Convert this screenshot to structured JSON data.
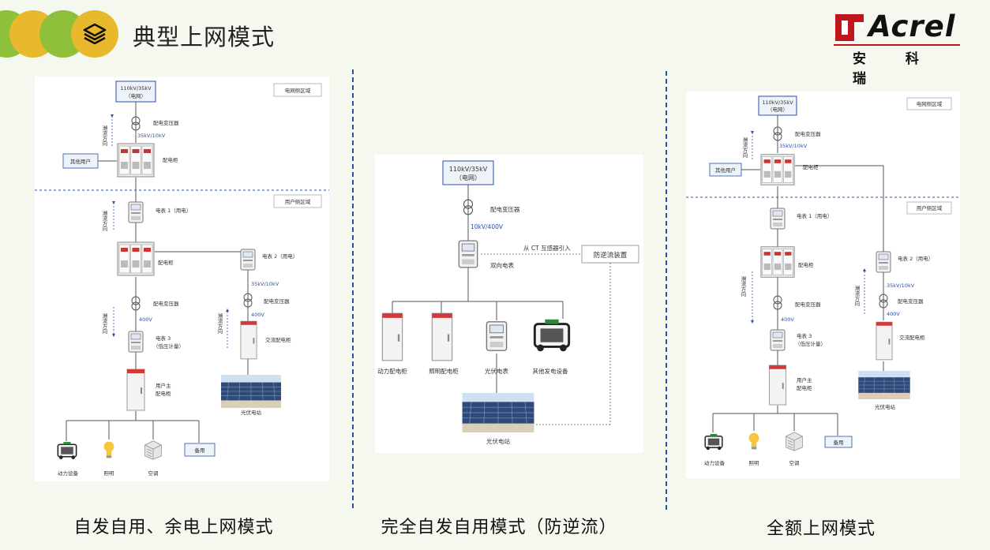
{
  "header": {
    "title": "典型上网模式"
  },
  "logo": {
    "brand": "Acrel",
    "sub": "安 科 瑞",
    "colors": {
      "accent": "#c0161c"
    }
  },
  "colors": {
    "circle_yellow": "#e8b92c",
    "circle_green": "#8fc03a",
    "line_blue": "#2b4fa8"
  },
  "icons": [
    "layers-icon",
    "meter-icon",
    "cabinet-icon",
    "transformer-icon",
    "solar-panel-icon",
    "generator-icon",
    "bulb-icon",
    "ac-unit-icon"
  ],
  "panel1": {
    "grid_source": "110kV/35kV",
    "grid_source_sub": "（电网）",
    "grid_region": "电网侧区域",
    "user_region": "用户侧区域",
    "transformer": "配电变压器",
    "v35_10": "35kV/10kV",
    "other_users": "其他用户",
    "switchgear": "配电柜",
    "flow_dir": "潮流方向",
    "meter1": "电表 1（用电）",
    "meter2": "电表 2（用电）",
    "switchgear2": "配电柜",
    "transformer2": "配电变压器",
    "v400": "400V",
    "meter3": "电表 3",
    "meter3_sub": "（低压计量）",
    "user_main": "用户主",
    "user_main2": "配电柜",
    "pv_v": "35kV/10kV",
    "pv_transformer": "配电变压器",
    "pv_400": "400V",
    "ac_cabinet": "交流配电柜",
    "pv_station": "光伏电站",
    "loads": [
      "动力设备",
      "照明",
      "空调",
      "备用"
    ]
  },
  "panel2": {
    "grid_source": "110kV/35kV",
    "grid_source_sub": "（电网）",
    "transformer": "配电变压器",
    "v10_400": "10kV/400V",
    "ct_intro": "从 CT 互感器引入",
    "anti_reverse": "防逆流装置",
    "bidir_meter": "双向电表",
    "loads": [
      "动力配电柜",
      "照明配电柜",
      "光伏电表",
      "其他发电设备"
    ],
    "pv_station": "光伏电站"
  },
  "panel3": {
    "grid_source": "110kV/35kV",
    "grid_source_sub": "（电网）",
    "grid_region": "电网侧区域",
    "user_region": "用户侧区域",
    "transformer": "配电变压器",
    "v35_10": "35kV/10kV",
    "other_users": "其他用户",
    "switchgear": "配电柜",
    "flow_dir": "潮流方向",
    "meter1": "电表 1（用电）",
    "meter2": "电表 2（用电）",
    "switchgear2": "配电柜",
    "transformer2": "配电变压器",
    "v400": "400V",
    "meter3": "电表 3",
    "meter3_sub": "（低压计量）",
    "user_main": "用户主",
    "user_main2": "配电柜",
    "pv_v": "35kV/10kV",
    "pv_transformer": "配电变压器",
    "pv_400": "400V",
    "ac_cabinet": "交流配电柜",
    "pv_station": "光伏电站",
    "loads": [
      "动力设备",
      "照明",
      "空调",
      "备用"
    ]
  },
  "captions": [
    "自发自用、余电上网模式",
    "完全自发自用模式（防逆流）",
    "全额上网模式"
  ]
}
